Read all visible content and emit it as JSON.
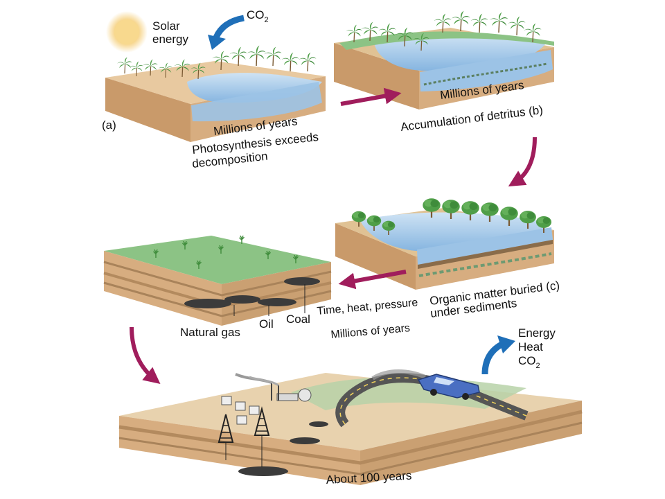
{
  "labels": {
    "solar_energy": [
      "Solar",
      "energy"
    ],
    "co2_in": {
      "base": "CO",
      "sub": "2"
    },
    "panel_a": {
      "tag": "(a)",
      "duration": "Millions of years",
      "caption": [
        "Photosynthesis exceeds",
        "decomposition"
      ]
    },
    "panel_b": {
      "duration": "Millions of years",
      "caption": "Accumulation of detritus (b)"
    },
    "panel_c": {
      "caption": [
        "Organic matter buried (c)",
        "under sediments"
      ]
    },
    "transition": {
      "process": "Time, heat, pressure",
      "duration": "Millions of years"
    },
    "fossil_fuels": [
      "Natural gas",
      "Oil",
      "Coal"
    ],
    "panel_d": {
      "duration": "About 100 years",
      "outputs": [
        "Energy",
        "Heat"
      ],
      "co2_out": {
        "base": "CO",
        "sub": "2"
      }
    }
  },
  "colors": {
    "soil_top": "#e8c9a0",
    "soil_side": "#d7ad80",
    "water": "#9cc3e6",
    "grass": "#8cc385",
    "palm": "#3f8c3b",
    "arrow_magenta": "#a01d5c",
    "arrow_blue": "#1f6fb8",
    "sun": "#f6d283",
    "fuel": "#3b3b3b",
    "car": "#4a6fc2"
  }
}
